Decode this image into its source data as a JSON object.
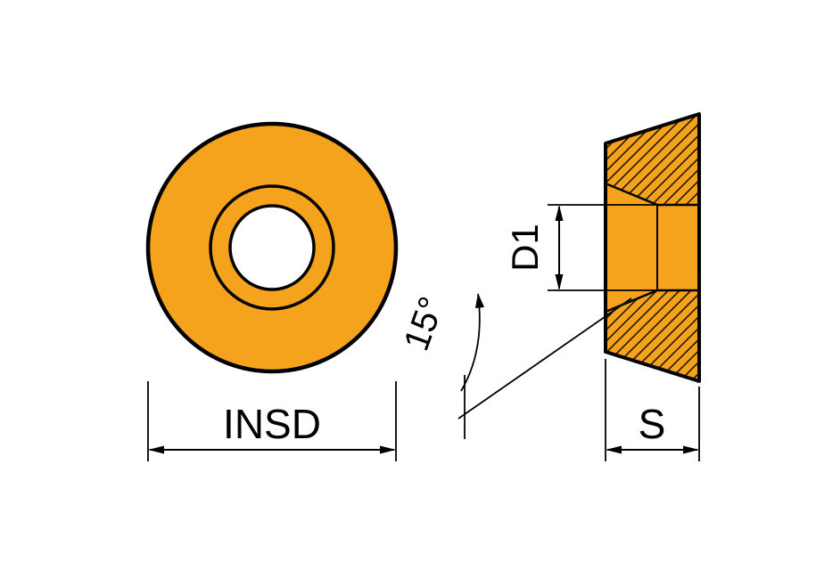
{
  "diagram": {
    "type": "technical-drawing",
    "subject": "Round milling insert: front view and side cross-section with countersunk hole",
    "colors": {
      "insert_fill": "#F5A31C",
      "line": "#000000",
      "background": "#FFFFFF"
    },
    "labels": {
      "insd": "INSD",
      "d1": "D1",
      "angle": "15°",
      "s": "S"
    }
  }
}
